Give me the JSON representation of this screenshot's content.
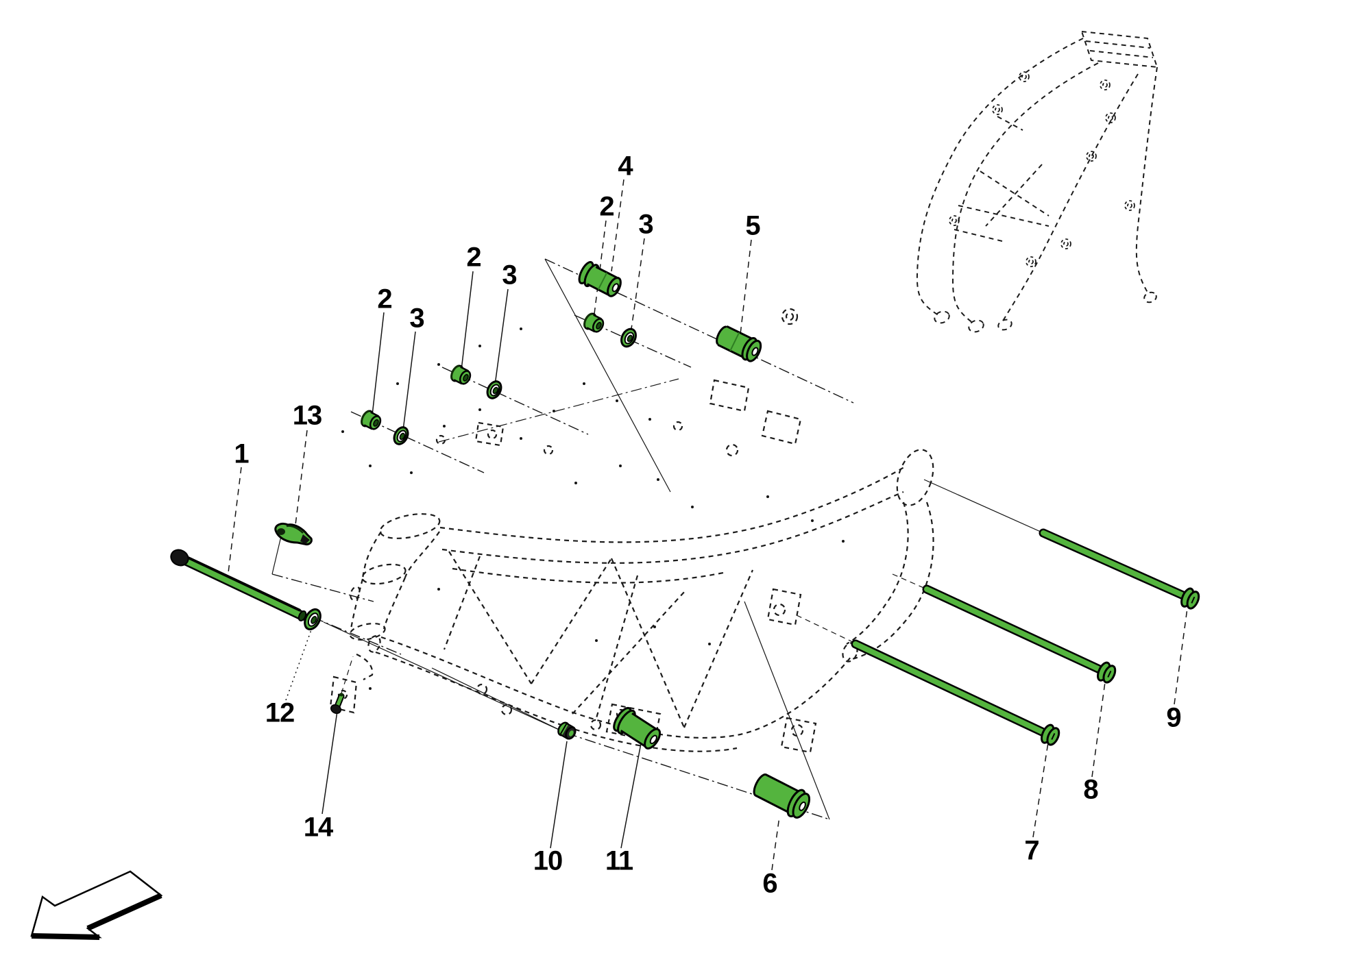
{
  "diagram": {
    "type": "exploded-parts-diagram",
    "description": "frame assembly with highlighted fasteners and bushings",
    "callouts": [
      {
        "text": "1"
      },
      {
        "text": "2"
      },
      {
        "text": "3"
      },
      {
        "text": "2"
      },
      {
        "text": "3"
      },
      {
        "text": "2"
      },
      {
        "text": "3"
      },
      {
        "text": "4"
      },
      {
        "text": "5"
      },
      {
        "text": "6"
      },
      {
        "text": "7"
      },
      {
        "text": "8"
      },
      {
        "text": "9"
      },
      {
        "text": "10"
      },
      {
        "text": "11"
      },
      {
        "text": "12"
      },
      {
        "text": "13"
      },
      {
        "text": "14"
      }
    ]
  },
  "colors": {
    "highlight_green": "#54b43e",
    "dark_green": "#1c5511",
    "line_black": "#141414",
    "background": "#ffffff"
  },
  "icons": {
    "direction_arrow": "outlined-3d-arrow-pointing-down-left"
  }
}
